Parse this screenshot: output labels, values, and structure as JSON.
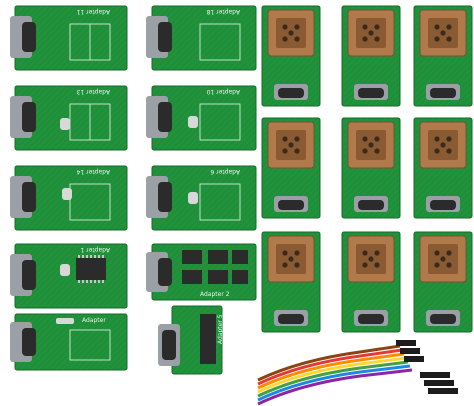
{
  "scene": {
    "description_free": true,
    "background_color": "#ffffff",
    "pcb_color": "#1f8f3a",
    "pcb_dark_color": "#146b2a",
    "silkscreen_color": "#e8f5e8",
    "socket_color": "#b07a4a",
    "socket_inner_color": "#8a5a32",
    "metal_color": "#9aa0a6",
    "connector_color": "#2b2b2b"
  },
  "boards": {
    "left_col1": [
      {
        "label": "Adapter 11"
      },
      {
        "label": "Adapter 13"
      },
      {
        "label": "Adapter 14"
      },
      {
        "label": "Adapter 1"
      },
      {
        "label": "Adapter"
      }
    ],
    "left_col2": [
      {
        "label": "Adapter 18"
      },
      {
        "label": "Adapter 10"
      },
      {
        "label": "Adapter 6"
      },
      {
        "label": "Adapter 2"
      },
      {
        "label": "Adapter 5"
      }
    ]
  }
}
